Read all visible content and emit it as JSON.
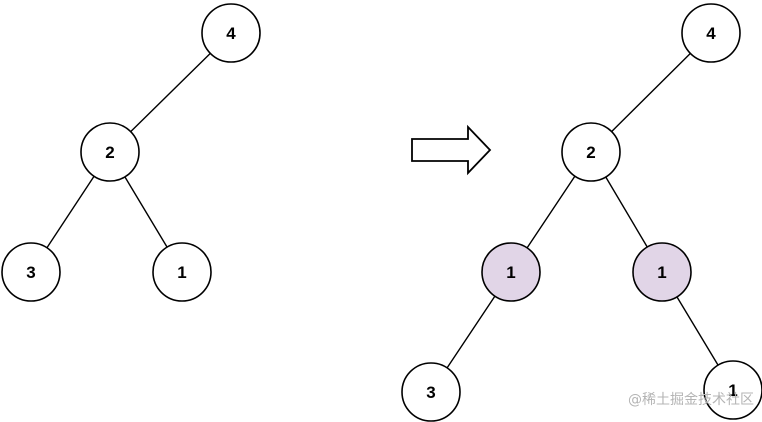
{
  "colors": {
    "node_fill": "#ffffff",
    "inserted_fill": "#e1d5e7",
    "stroke": "#000000",
    "watermark": "#b4b4b4"
  },
  "before_tree": {
    "nodes": [
      {
        "id": "b4",
        "value": "4"
      },
      {
        "id": "b2",
        "value": "2"
      },
      {
        "id": "b3",
        "value": "3"
      },
      {
        "id": "b1",
        "value": "1"
      }
    ],
    "edges": [
      [
        "b4",
        "b2"
      ],
      [
        "b2",
        "b3"
      ],
      [
        "b2",
        "b1"
      ]
    ]
  },
  "after_tree": {
    "nodes": [
      {
        "id": "a4",
        "value": "4"
      },
      {
        "id": "a2",
        "value": "2"
      },
      {
        "id": "a1l",
        "value": "1",
        "inserted": true
      },
      {
        "id": "a1r",
        "value": "1",
        "inserted": true
      },
      {
        "id": "a3",
        "value": "3"
      },
      {
        "id": "a1",
        "value": "1"
      }
    ],
    "edges": [
      [
        "a4",
        "a2"
      ],
      [
        "a2",
        "a1l"
      ],
      [
        "a2",
        "a1r"
      ],
      [
        "a1l",
        "a3"
      ],
      [
        "a1r",
        "a1"
      ]
    ]
  },
  "watermark": "@稀土掘金技术社区"
}
